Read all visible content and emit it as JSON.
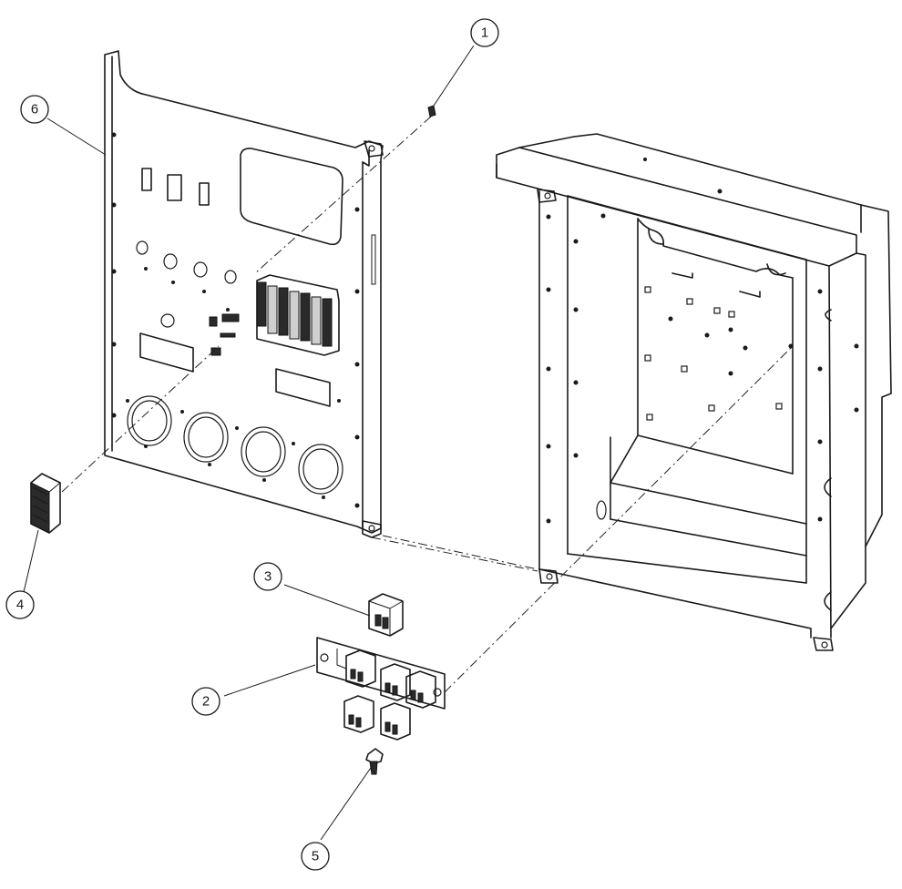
{
  "callouts": [
    {
      "label": "1"
    },
    {
      "label": "2"
    },
    {
      "label": "3"
    },
    {
      "label": "4"
    },
    {
      "label": "5"
    },
    {
      "label": "6"
    }
  ],
  "colors": {
    "line": "#1a1a1a",
    "background": "#ffffff"
  }
}
